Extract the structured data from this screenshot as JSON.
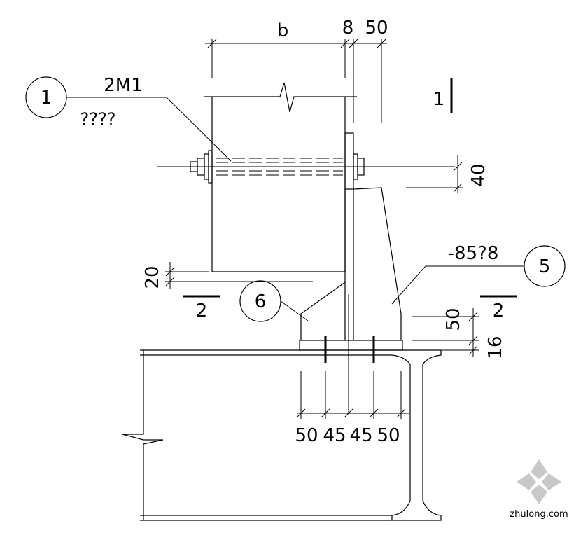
{
  "dims": {
    "top_b": "b",
    "top_8": "8",
    "top_50": "50",
    "right_40": "40",
    "right_50": "50",
    "right_16": "16",
    "left_20": "20",
    "bottom_50a": "50",
    "bottom_45a": "45",
    "bottom_45b": "45",
    "bottom_50b": "50"
  },
  "labels": {
    "bolt_spec": "2M1",
    "bolt_note": "????",
    "plate_spec": "-85?8",
    "section_mark_1": "1",
    "section_mark_2_left": "2",
    "section_mark_2_right": "2"
  },
  "callouts": {
    "c1": "1",
    "c5": "5",
    "c6": "6"
  },
  "watermark": {
    "text": "zhulong.com"
  }
}
